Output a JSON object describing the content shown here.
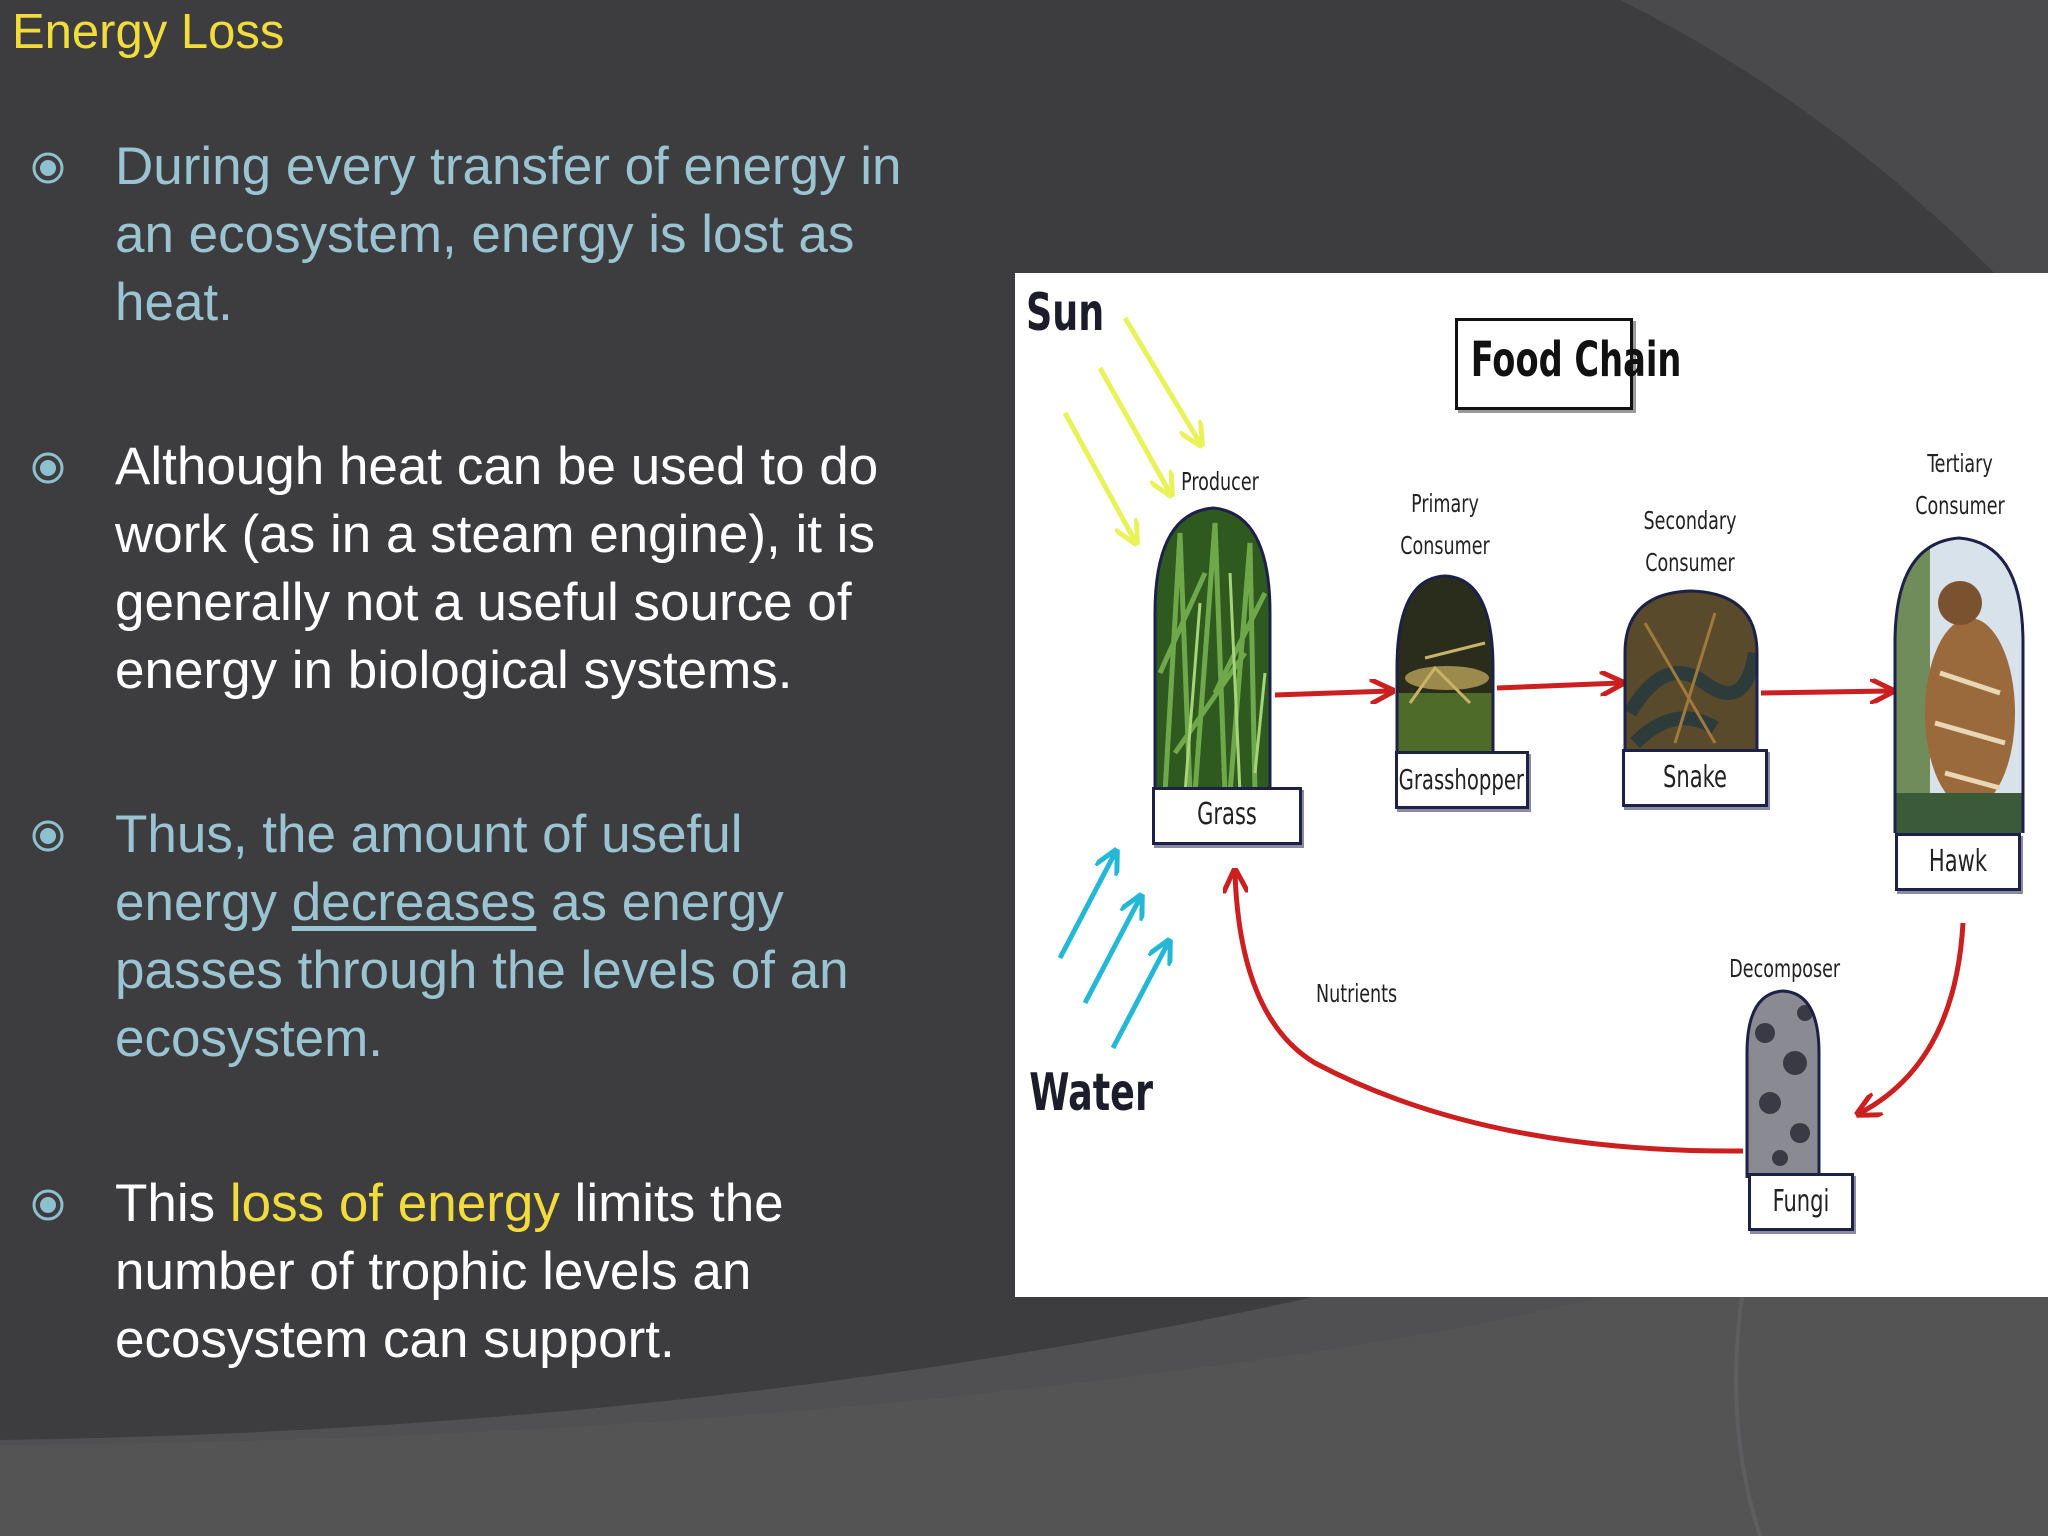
{
  "slide": {
    "title": "Energy Loss",
    "colors": {
      "background": "#3d3d3f",
      "title": "#f2dc3c",
      "teal_text": "#9bc4d2",
      "white_text": "#ffffff",
      "highlight": "#f2dc3c"
    },
    "bullets": [
      {
        "lines": [
          "During every transfer of energy in",
          "an ecosystem, energy is lost as",
          "heat."
        ]
      },
      {
        "lines": [
          "Although heat can be used to do",
          "work (as in a steam engine), it is",
          "generally not a useful source of",
          "energy in biological systems."
        ]
      },
      {
        "line1": "Thus, the amount of useful",
        "line2_before": "energy ",
        "line2_underlined": "decreases",
        "line2_after": " as energy",
        "line3": "passes through the levels of an",
        "line4": "ecosystem."
      },
      {
        "line1_before": "This ",
        "line1_highlight": "loss of energy",
        "line1_after": " limits the",
        "line2": "number of trophic levels an",
        "line3": "ecosystem can support."
      }
    ],
    "bullet_icon": "circle-bullet-icon"
  },
  "food_chain": {
    "title": "Food Chain",
    "sun": "Sun",
    "water": "Water",
    "nutrients": "Nutrients",
    "producer": {
      "role": "Producer",
      "name": "Grass"
    },
    "primary": {
      "role1": "Primary",
      "role2": "Consumer",
      "name": "Grasshopper"
    },
    "secondary": {
      "role1": "Secondary",
      "role2": "Consumer",
      "name": "Snake"
    },
    "tertiary": {
      "role1": "Tertiary",
      "role2": "Consumer",
      "name": "Hawk"
    },
    "decomposer": {
      "role": "Decomposer",
      "name": "Fungi"
    },
    "colors": {
      "arrow": "#cc1f1f",
      "sun_rays": "#eaf25a",
      "water_rays": "#25b8d6",
      "frame": "#1d2148"
    }
  }
}
